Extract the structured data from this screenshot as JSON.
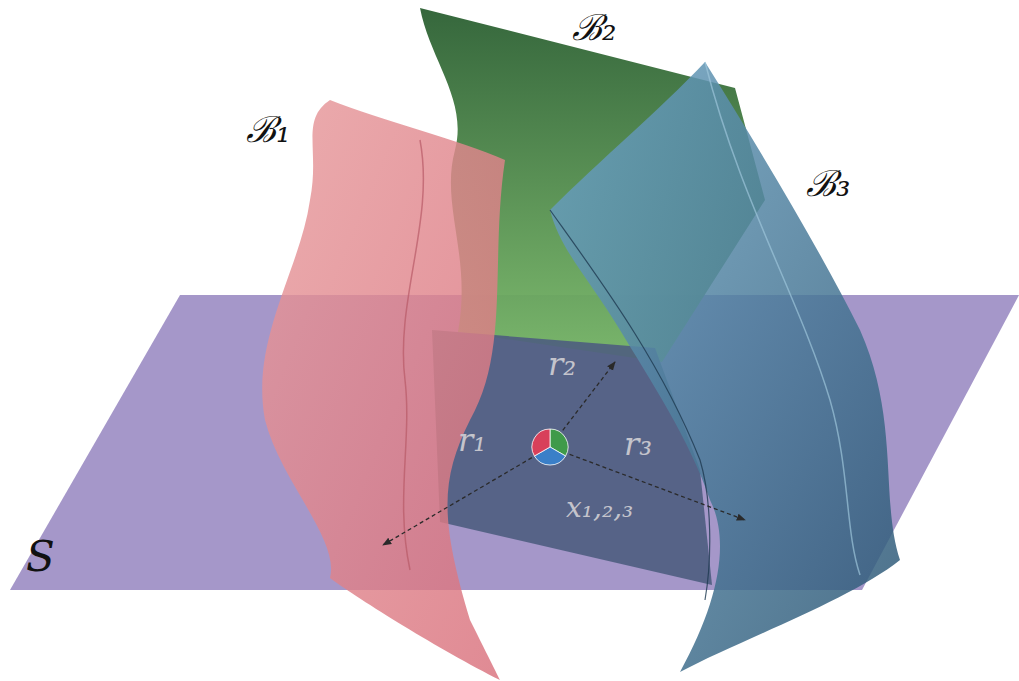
{
  "diagram": {
    "labels": [
      "ℬ₁",
      "ℬ₂",
      "ℬ₃",
      "r₁",
      "r₂",
      "r₃",
      "x₁,₂,₃",
      "S"
    ]
  }
}
